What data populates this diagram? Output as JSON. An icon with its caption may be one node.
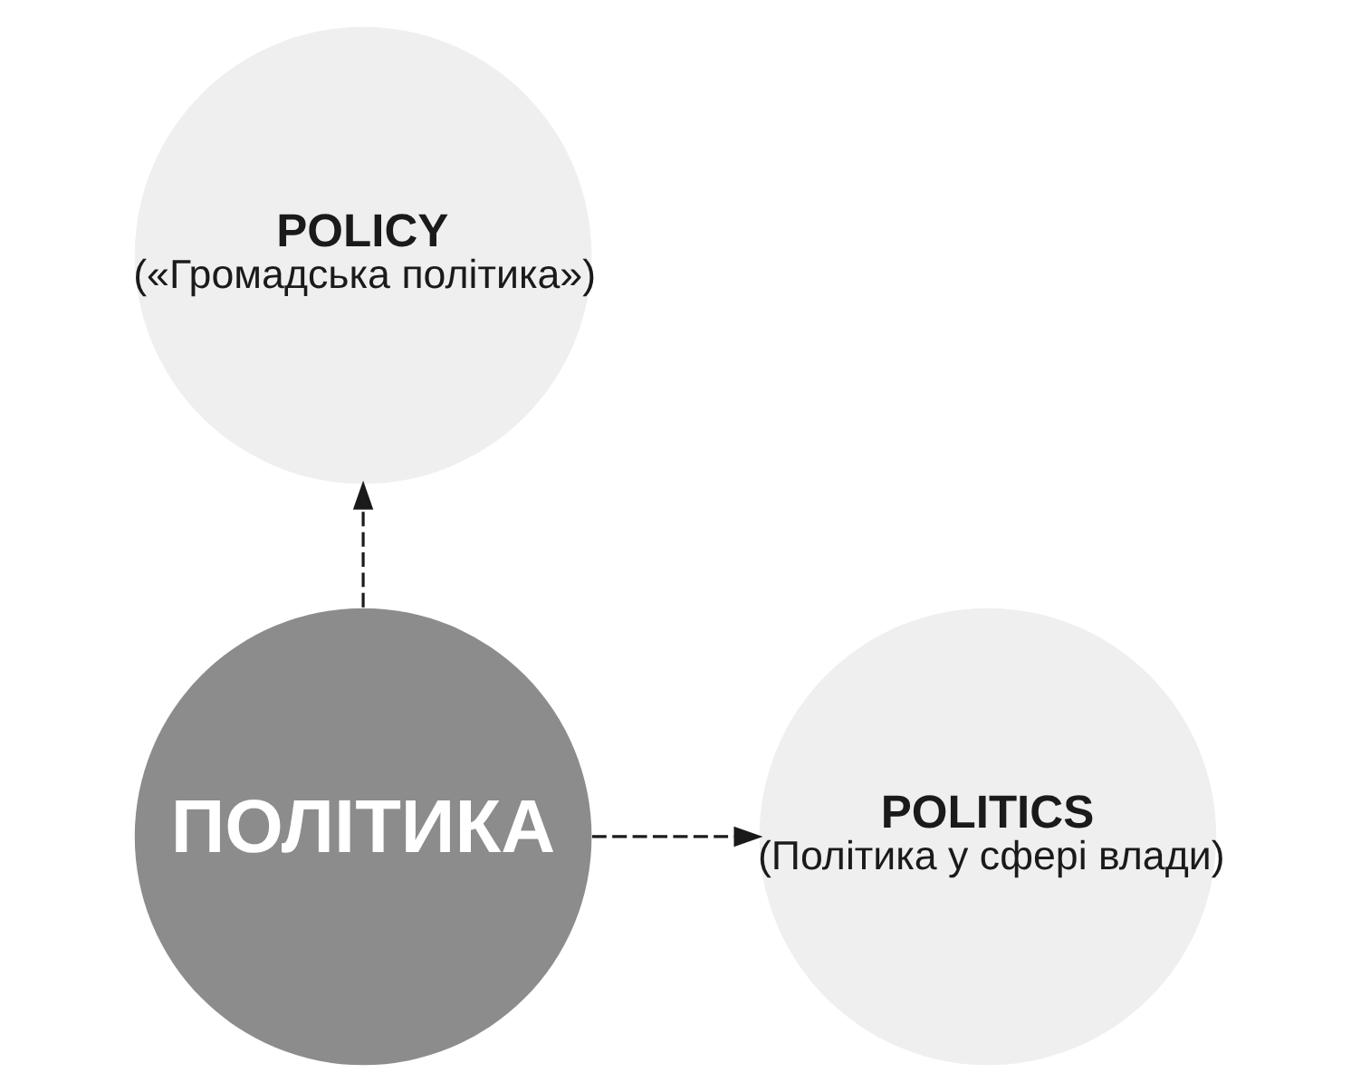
{
  "diagram": {
    "nodes": [
      {
        "text": [
          "POLICY",
          "(«Громадська політика»)"
        ]
      },
      {
        "text": [
          "ПОЛІТИКА"
        ]
      },
      {
        "text": [
          "POLITICS",
          "(Політика у сфері влади)"
        ]
      }
    ],
    "edges": [
      {
        "from": 1,
        "to": 0,
        "arrow": "to",
        "style": "dashed"
      },
      {
        "from": 1,
        "to": 2,
        "arrow": "to",
        "style": "dashed"
      }
    ]
  }
}
